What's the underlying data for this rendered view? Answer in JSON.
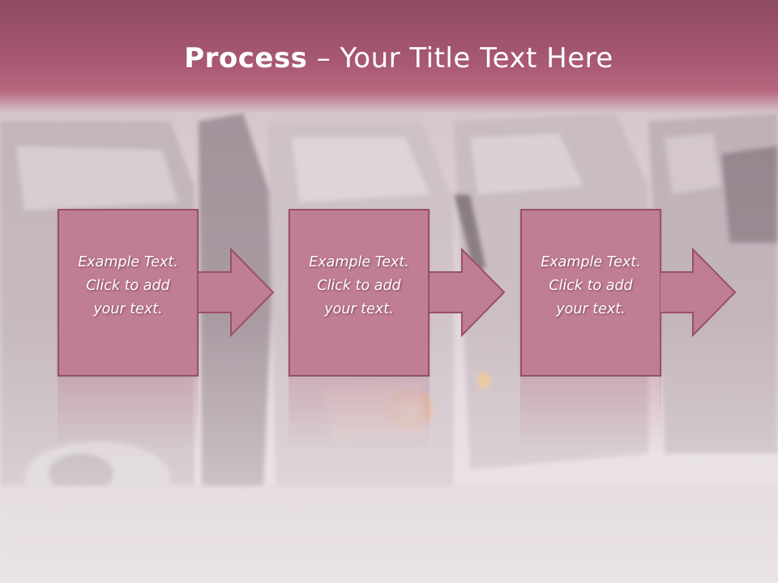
{
  "slide": {
    "title_bold": "Process",
    "title_rest": " – Your Title Text Here"
  },
  "steps": [
    {
      "line1": "Example Text.",
      "line2": "Click  to add",
      "line3": "your text."
    },
    {
      "line1": "Example Text.",
      "line2": "Click  to add",
      "line3": "your text."
    },
    {
      "line1": "Example Text.",
      "line2": "Click  to add",
      "line3": "your text."
    }
  ],
  "colors": {
    "header": "#a85873",
    "box_fill": "#c07e93",
    "box_border": "#9a4f69",
    "text": "#ffffff"
  }
}
